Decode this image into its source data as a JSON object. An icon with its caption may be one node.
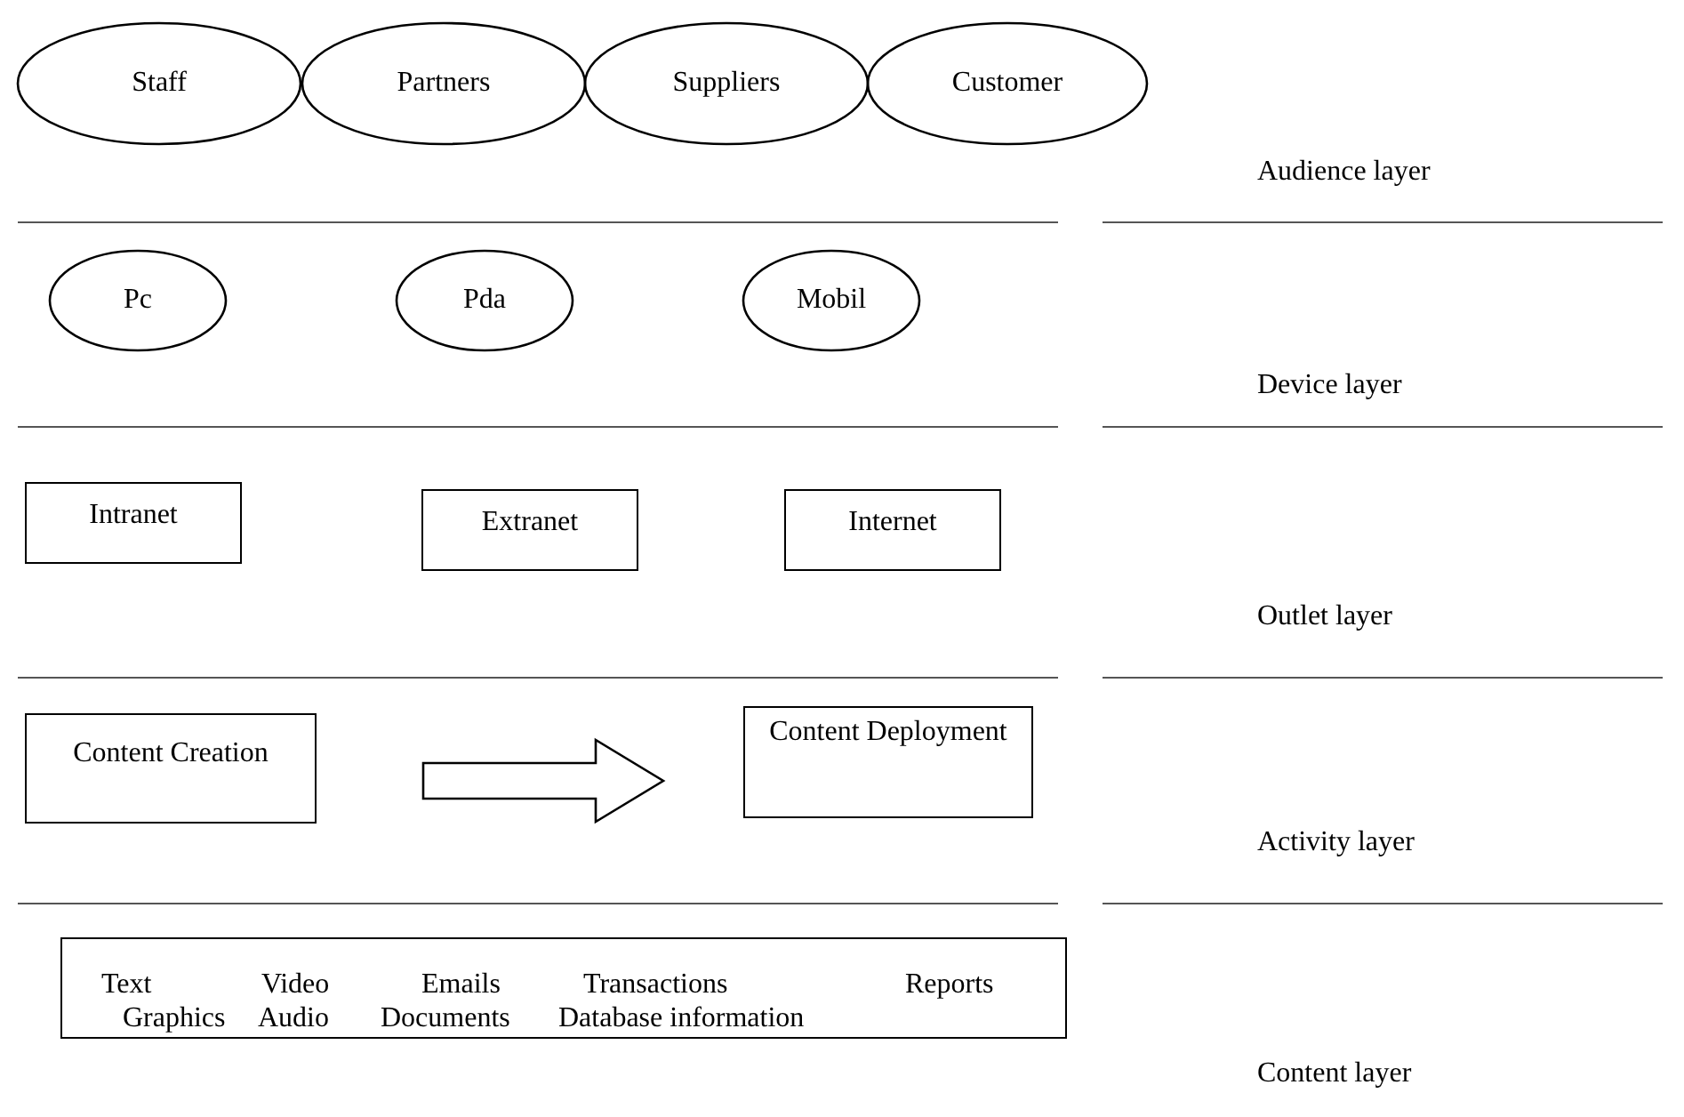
{
  "diagram": {
    "nodes": [
      {
        "text": [
          "Staff"
        ]
      },
      {
        "text": [
          "Partners"
        ]
      },
      {
        "text": [
          "Suppliers"
        ]
      },
      {
        "text": [
          "Customer"
        ]
      },
      {
        "text": [
          "Pc"
        ]
      },
      {
        "text": [
          "Pda"
        ]
      },
      {
        "text": [
          "Mobil"
        ]
      },
      {
        "text": [
          "Intranet"
        ]
      },
      {
        "text": [
          "Extranet"
        ]
      },
      {
        "text": [
          "Internet"
        ]
      },
      {
        "text": [
          "Content Creation"
        ]
      },
      {
        "text": [
          "Content Deployment"
        ]
      },
      {
        "text": [
          "Text",
          "Video",
          "Emails",
          "Transactions",
          "Reports",
          "Graphics",
          "Audio",
          "Documents",
          "Database information"
        ]
      }
    ],
    "edges": [
      {
        "from": 10,
        "to": 11,
        "arrow": "to",
        "style": "thick"
      }
    ],
    "labels": [
      "Audience layer",
      "Device layer",
      "Outlet layer",
      "Activity layer",
      "Content layer"
    ]
  }
}
